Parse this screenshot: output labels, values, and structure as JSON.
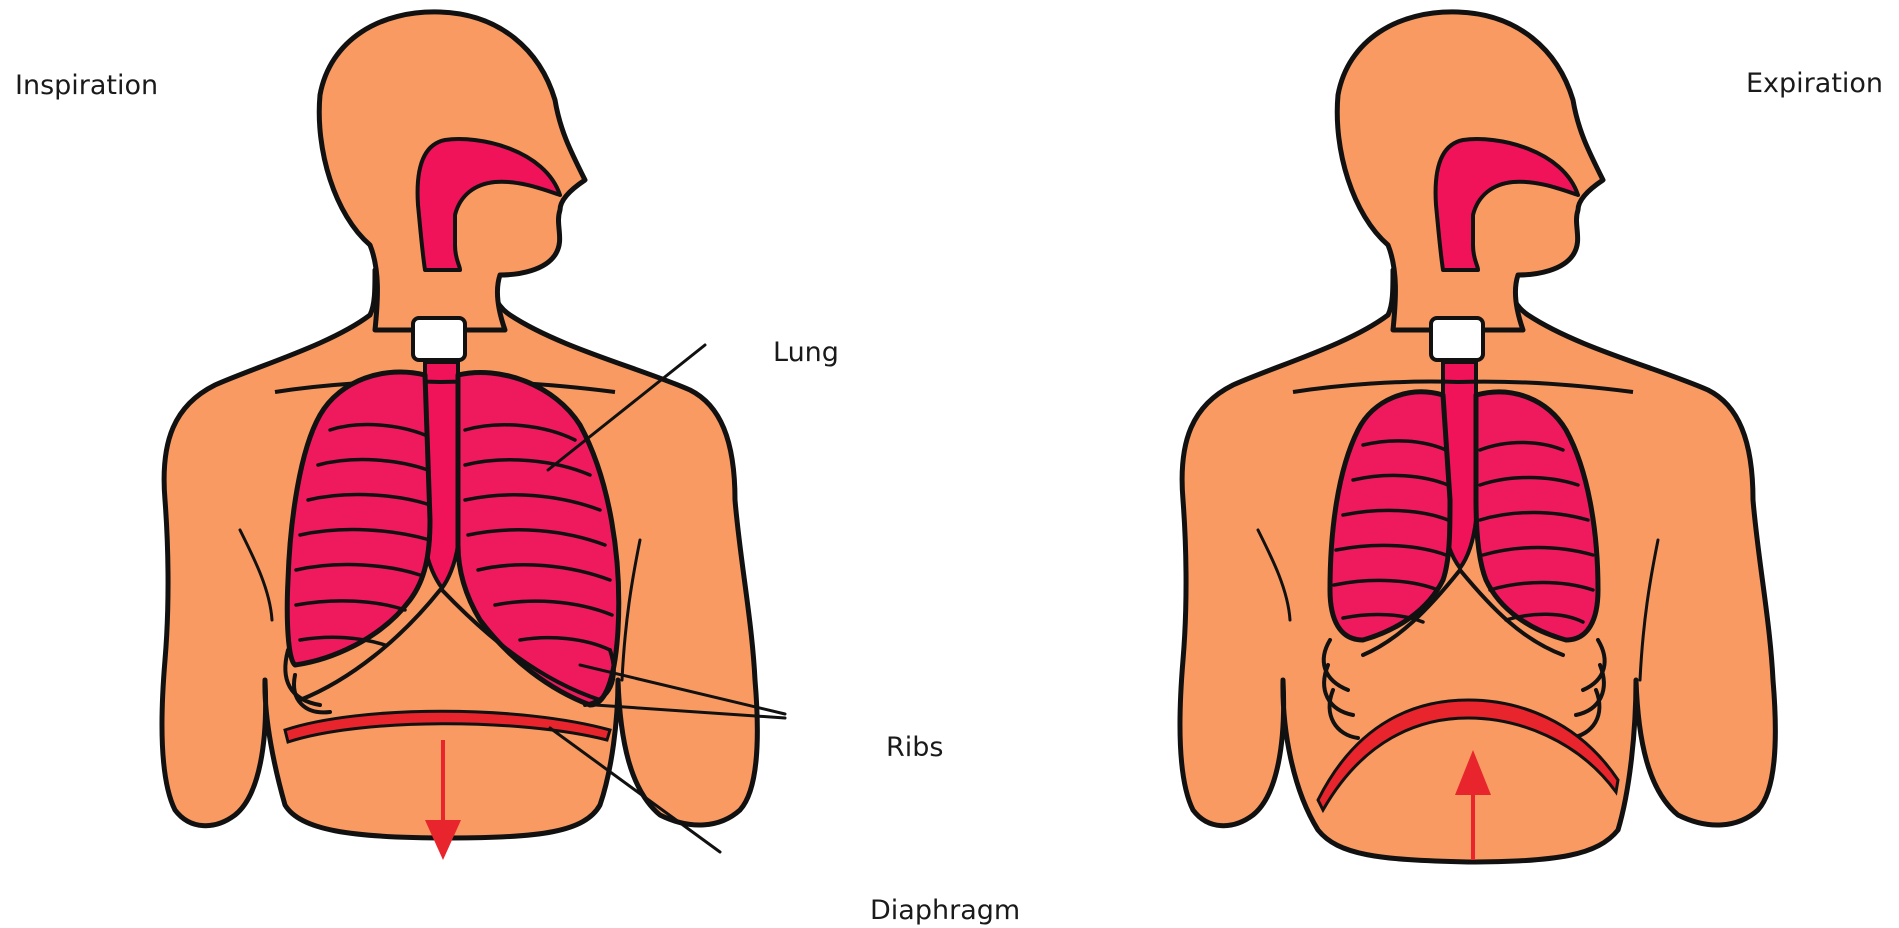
{
  "labels": {
    "inspiration": "Inspiration",
    "expiration": "Expiration",
    "lung": "Lung",
    "ribs": "Ribs",
    "diaphragm": "Diaphragm"
  },
  "colors": {
    "skin": "#f99a62",
    "airway": "#f0135a",
    "lung": "#ef1a5e",
    "stroke": "#111111",
    "diaphragm": "#e8252c",
    "arrow": "#e8252c"
  },
  "icons": {
    "inspiration_arrow": "arrow-down",
    "expiration_arrow": "arrow-up"
  }
}
